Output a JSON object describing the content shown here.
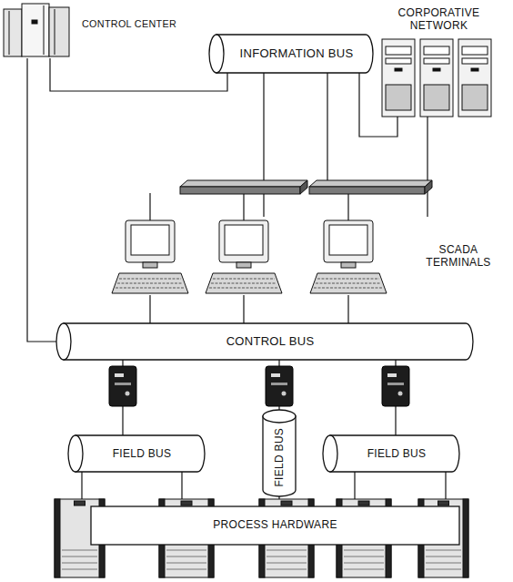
{
  "diagram": {
    "nodes": [
      {
        "text": [
          "CONTROL CENTER"
        ]
      },
      {
        "text": [
          "CORPORATIVE NETWORK"
        ]
      },
      {
        "text": [
          "INFORMATION BUS"
        ]
      },
      {
        "text": [
          "SCADA TERMINALS"
        ]
      },
      {
        "text": [
          "CONTROL BUS"
        ]
      },
      {
        "text": [
          "FIELD BUS"
        ]
      },
      {
        "text": [
          "FIELD BUS"
        ]
      },
      {
        "text": [
          "FIELD BUS"
        ]
      },
      {
        "text": [
          "PROCESS HARDWARE"
        ]
      }
    ],
    "edges": [
      {
        "from": 0,
        "to": 2,
        "arrow": "none"
      },
      {
        "from": 0,
        "to": 4,
        "arrow": "none"
      },
      {
        "from": 1,
        "to": 2,
        "arrow": "none"
      },
      {
        "from": 2,
        "to": 3,
        "arrow": "none"
      },
      {
        "from": 1,
        "to": 3,
        "arrow": "none"
      },
      {
        "from": 3,
        "to": 4,
        "arrow": "none"
      },
      {
        "from": 4,
        "to": 5,
        "arrow": "none"
      },
      {
        "from": 4,
        "to": 6,
        "arrow": "none"
      },
      {
        "from": 4,
        "to": 7,
        "arrow": "none"
      },
      {
        "from": 5,
        "to": 8,
        "arrow": "none"
      },
      {
        "from": 6,
        "to": 8,
        "arrow": "none"
      },
      {
        "from": 7,
        "to": 8,
        "arrow": "none"
      }
    ]
  }
}
